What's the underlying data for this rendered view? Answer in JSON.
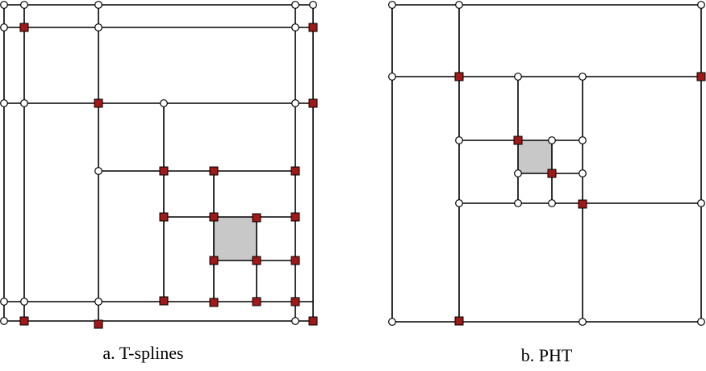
{
  "captions": {
    "t_splines": "a. T-splines",
    "pht": "b. PHT"
  },
  "colors": {
    "line": "#000000",
    "open_vertex_fill": "#ffffff",
    "marked_vertex_fill": "#a01818",
    "highlight_cell": "#c8c8c8"
  },
  "legend_semantics": {
    "open_vertex": "circle-vertex",
    "marked_vertex": "square-vertex",
    "highlight": "shaded-cell"
  }
}
